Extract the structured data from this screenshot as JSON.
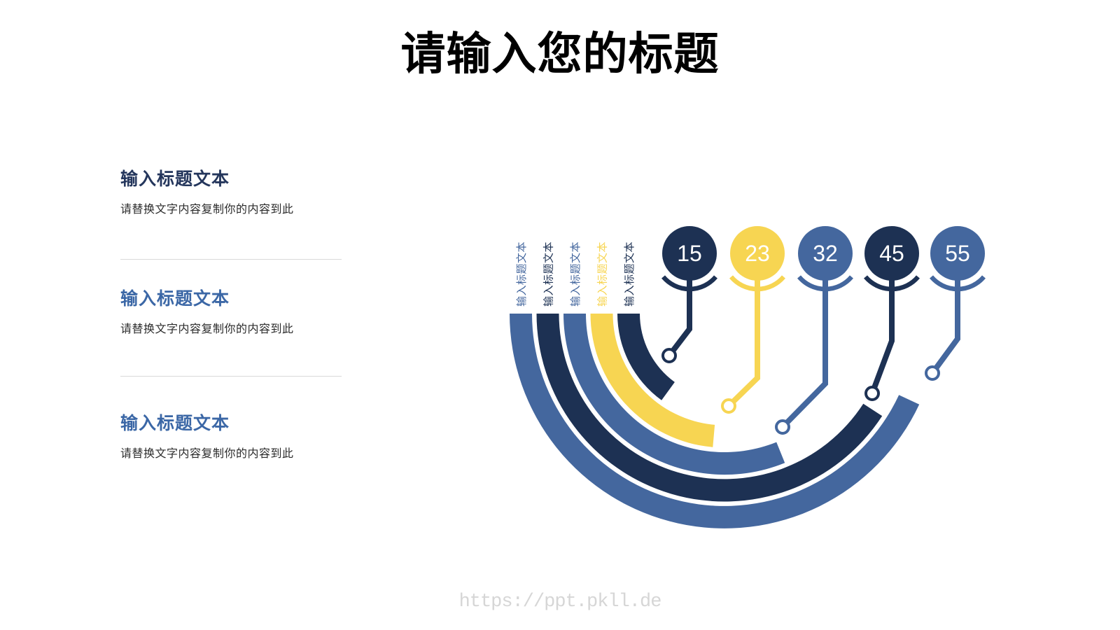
{
  "title": "请输入您的标题",
  "sections": [
    {
      "heading": "输入标题文本",
      "body": "请替换文字内容复制你的内容到此"
    },
    {
      "heading": "输入标题文本",
      "body": "请替换文字内容复制你的内容到此"
    },
    {
      "heading": "输入标题文本",
      "body": "请替换文字内容复制你的内容到此"
    }
  ],
  "watermark": "https://ppt.pkll.de",
  "palette": {
    "navy": "#1d3153",
    "blue": "#44679e",
    "yellow": "#f7d552",
    "heading_navy": "#24365c",
    "heading_blue": "#3b67a6",
    "title_black": "#000000",
    "body_text": "#2b2b2b",
    "divider": "#d9d9d9",
    "watermark_gray": "#d6d6d6",
    "number_text": "#ffffff"
  },
  "chart_data": {
    "type": "radial-bar",
    "title": "",
    "items": [
      {
        "label": "输入标题文本",
        "value": 15,
        "color": "navy",
        "sweep_deg": 54
      },
      {
        "label": "输入标题文本",
        "value": 23,
        "color": "yellow",
        "sweep_deg": 85
      },
      {
        "label": "输入标题文本",
        "value": 32,
        "color": "blue",
        "sweep_deg": 112
      },
      {
        "label": "输入标题文本",
        "value": 45,
        "color": "navy",
        "sweep_deg": 147
      },
      {
        "label": "输入标题文本",
        "value": 55,
        "color": "blue",
        "sweep_deg": 155
      }
    ],
    "layout_hints": {
      "ring_order": "items in order innermost to outermost",
      "start_angle": "arcs start flat at 9 o'clock and sweep clockwise through the bottom",
      "value_bubbles": "numbered circles across the top, each linked by an elbow connector to a small ring marker at the end of its arc",
      "legend_position": "rotated labels above the left arc ends"
    }
  }
}
